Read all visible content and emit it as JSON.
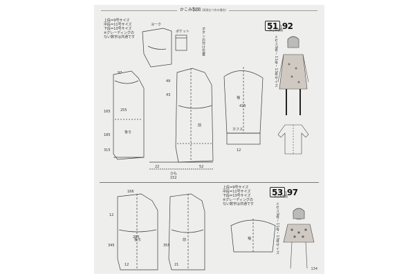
{
  "header": {
    "title": "かこみ製図",
    "subtitle": "(再現なつ作の場合)"
  },
  "pattern_51": {
    "badge_left": "51",
    "badge_right": "92",
    "badge_caption": "かこみ製図",
    "size_notes": [
      "上段=9号サイズ",
      "中段=11号サイズ",
      "下段=13号サイズ",
      "※グレーディングの",
      "ない数字は共通です"
    ],
    "size_vertical": "ミセス9号・11号・13号サイズ",
    "labels": {
      "yoke": "ヨーク",
      "pocket": "ポケット",
      "button_pos": "ボタンの付け位置",
      "cuffs": "カフス",
      "sleeve": "袖",
      "front": "前",
      "back": "後ろ",
      "himo": "ひも"
    },
    "numbers": [
      "97",
      "165",
      "185",
      "315",
      "255",
      "152",
      "22",
      "52",
      "425",
      "49",
      "12",
      "43"
    ]
  },
  "pattern_53": {
    "badge_left": "53",
    "badge_right": "97",
    "badge_caption": "かこみ製図",
    "size_notes": [
      "上段=9号サイズ",
      "中段=11号サイズ",
      "下段=13号サイズ",
      "※グレーディングの",
      "ない数字は共通です"
    ],
    "size_vertical": "ミセス9号・11号・13号サイズ",
    "labels": {
      "front": "前",
      "back": "後ろ",
      "sleeve": "袖"
    },
    "numbers": [
      "166",
      "12",
      "345",
      "285",
      "12",
      "21",
      "355"
    ]
  },
  "page_number": "134"
}
